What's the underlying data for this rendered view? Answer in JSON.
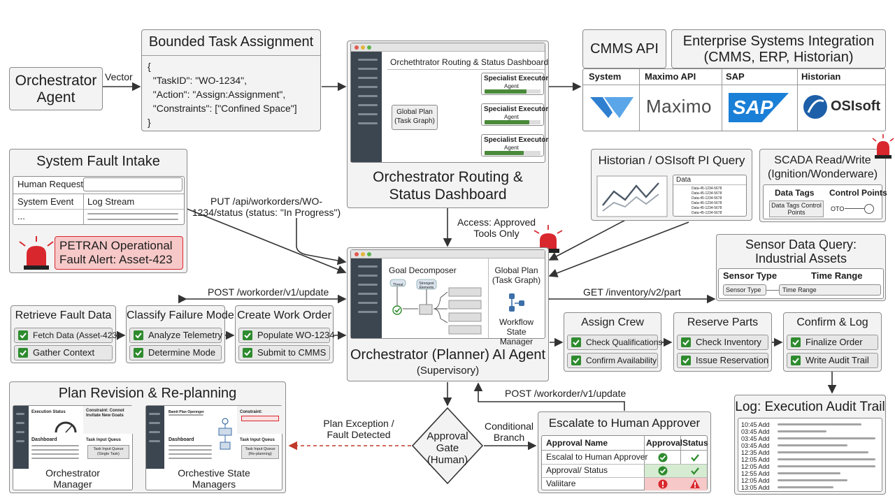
{
  "orchestrator_agent": {
    "title": "Orchestrator Agent"
  },
  "vector_label": "Vector",
  "bounded_task": {
    "title": "Bounded Task Assignment",
    "json_lines": [
      "{",
      "  \"TaskID\": \"WO-1234\",",
      "  \"Action\": \"Assign:Assignment\",",
      "  \"Constraints\": [\"Confined Space\"]",
      "}"
    ]
  },
  "routing_dashboard": {
    "window_title": "Orchethtrator Routing & Status Dashboard",
    "global_plan": "Global Plan (Task Graph)",
    "executors": [
      {
        "title": "Specialist Executor",
        "sub": "Agent",
        "progress": 0.75
      },
      {
        "title": "Specialist Executor",
        "sub": "Agent",
        "progress": 0.8
      },
      {
        "title": "Specialist Executor",
        "sub": "Agent",
        "progress": 0.7
      }
    ],
    "caption": "Orchestrator Routing & Status Dashboard"
  },
  "cmms_api": {
    "title": "CMMS API"
  },
  "enterprise": {
    "title": "Enterprise Systems Integration (CMMS, ERP, Historian)",
    "columns": [
      "System",
      "Maximo API",
      "SAP",
      "Historian"
    ],
    "logos": [
      "Maximo",
      "SAP",
      "OSIsoft"
    ]
  },
  "fault_intake": {
    "title": "System Fault Intake",
    "human_request": "Human Request",
    "system_event": "System Event",
    "log_stream": "Log Stream",
    "ellipsis": "...",
    "alert": "PETRAN Operational Fault Alert: Asset-423"
  },
  "put_label": "PUT /api/workorders/WO-1234/status (status: \"In Progress\")",
  "historian": {
    "title": "Historian / OSIsoft PI Query",
    "data_header": "Data",
    "rows": [
      "Data-45-1234-5678",
      "Data-45-1234-5678",
      "Data-45-1234-5678",
      "Data-45-1234-5678",
      "Data-45-1234-5678",
      "Data-45-1234-5678"
    ]
  },
  "scada": {
    "title": "SCADA Read/Write (Ignition/Wonderware)",
    "data_tags": "Data Tags",
    "control_points": "Control Points",
    "tag_box": "Data Tags Control Points",
    "switch_label": "OTO"
  },
  "access_label": "Access: Approved Tools Only",
  "sensor": {
    "title": "Sensor Data Query: Industrial Assets",
    "sensor_type": "Sensor Type",
    "time_range": "Time Range"
  },
  "post_update_label": "POST /workorder/v1/update",
  "get_inventory_label": "GET /inventory/v2/part",
  "planner": {
    "goal_decomposer": "Goal Decomposer",
    "node_a": "Threat",
    "node_b": "Strongest Elements",
    "global_plan": "Global Plan (Task Graph)",
    "workflow": "Workflow State Manager",
    "title": "Orchestrator (Planner) AI Agent",
    "subtitle": "(Supervisory)"
  },
  "retrieve": {
    "title": "Retrieve Fault Data",
    "steps": [
      "Fetch Data (Asset-423)",
      "Gather Context"
    ]
  },
  "classify": {
    "title": "Classify Failure Mode",
    "steps": [
      "Analyze Telemetry",
      "Determine Mode"
    ]
  },
  "create_wo": {
    "title": "Create Work Order",
    "steps": [
      "Populate WO-1234",
      "Submit to CMMS"
    ]
  },
  "assign_crew": {
    "title": "Assign Crew",
    "steps": [
      "Check Qualifications",
      "Confirm Availability"
    ]
  },
  "reserve_parts": {
    "title": "Reserve Parts",
    "steps": [
      "Check Inventory",
      "Issue Reservation"
    ]
  },
  "confirm_log": {
    "title": "Confirm & Log",
    "steps": [
      "Finalize Order",
      "Write Audit Trail"
    ]
  },
  "plan_revision": {
    "title": "Plan Revision & Re-planning",
    "panel1": {
      "exec_status": "Execution Status",
      "constraint": "Constraint: Connot Invitate New Goats",
      "dashboard": "Dashboard",
      "queue_title": "Task Input Queus",
      "queue_box": "Task Input Queue (Single Task)",
      "caption": "Orchestrator Manager"
    },
    "panel2": {
      "header": "Bamit Plan Opennger",
      "constraint": "Constraint:",
      "dashboard": "Dashboard",
      "queue_title": "Task Input Queus",
      "queue_box": "Task Input Queue (Re-planning)",
      "caption": "Orchestive State Managers"
    }
  },
  "plan_exception_label": "Plan Exception / Fault Detected",
  "approval_gate": "Approval Gate (Human)",
  "conditional_label": "Conditional Branch",
  "post_update_label2": "POST /workorder/v1/update",
  "escalate": {
    "title": "Escalate to Human Approver",
    "headers": [
      "Approval Name",
      "Approval",
      "Status"
    ],
    "rows": [
      {
        "name": "Escalal to Human Approver",
        "approval": "ok",
        "status": "ok"
      },
      {
        "name": "Approval/ Status",
        "approval": "ok",
        "status": "ok"
      },
      {
        "name": "Valiitare",
        "approval": "error",
        "status": "warning"
      }
    ]
  },
  "audit": {
    "title": "Log: Execution Audit Trail",
    "rows": [
      "10:45 Add",
      "03:45 Add",
      "03:45 Add",
      "03:45 Add",
      "12:35 Add",
      "12:05 Add",
      "12:05 Add",
      "12:55 Add",
      "12:05 Add",
      "13:05 Add"
    ]
  },
  "colors": {
    "check": "#2e8b2e",
    "alert": "#d9272e",
    "alert_fill": "#f6c8c8",
    "arrow": "#333333",
    "dashed": "#c0392b",
    "sap": "#1a7fd6",
    "maximo_logo": "#3a8ad6"
  }
}
